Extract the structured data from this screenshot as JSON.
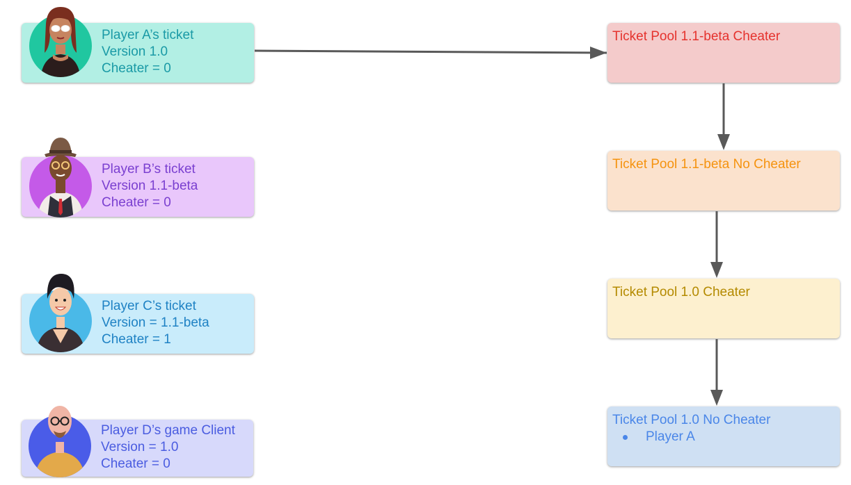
{
  "players": [
    {
      "lines": [
        "Player A’s ticket",
        "Version 1.0",
        "Cheater = 0"
      ],
      "bg": "#b2efe4",
      "color": "#1a9aa6"
    },
    {
      "lines": [
        "Player B’s ticket",
        "Version 1.1-beta",
        "Cheater = 0"
      ],
      "bg": "#e9c7fb",
      "color": "#7a3fd0"
    },
    {
      "lines": [
        "Player C’s ticket",
        "Version = 1.1-beta",
        "Cheater = 1"
      ],
      "bg": "#c9ecfb",
      "color": "#1f82c4"
    },
    {
      "lines": [
        "Player D’s game Client",
        "Version = 1.0",
        "Cheater = 0"
      ],
      "bg": "#d7d9fb",
      "color": "#4a5ce0"
    }
  ],
  "pools": [
    {
      "title": "Ticket Pool 1.1-beta Cheater",
      "bg": "#f4cbcb",
      "color": "#e5322d",
      "items": []
    },
    {
      "title": "Ticket Pool 1.1-beta No Cheater",
      "bg": "#fbe2cd",
      "color": "#f5930f",
      "items": []
    },
    {
      "title": "Ticket Pool 1.0 Cheater",
      "bg": "#fdf0cf",
      "color": "#b48a00",
      "items": []
    },
    {
      "title": "Ticket Pool 1.0 No Cheater",
      "bg": "#cfe0f3",
      "color": "#4a86e8",
      "items": [
        "Player A"
      ]
    }
  ],
  "avatars": [
    "woman-with-glasses-avatar",
    "man-with-hat-avatar",
    "woman-smiling-avatar",
    "bald-man-with-glasses-avatar"
  ]
}
